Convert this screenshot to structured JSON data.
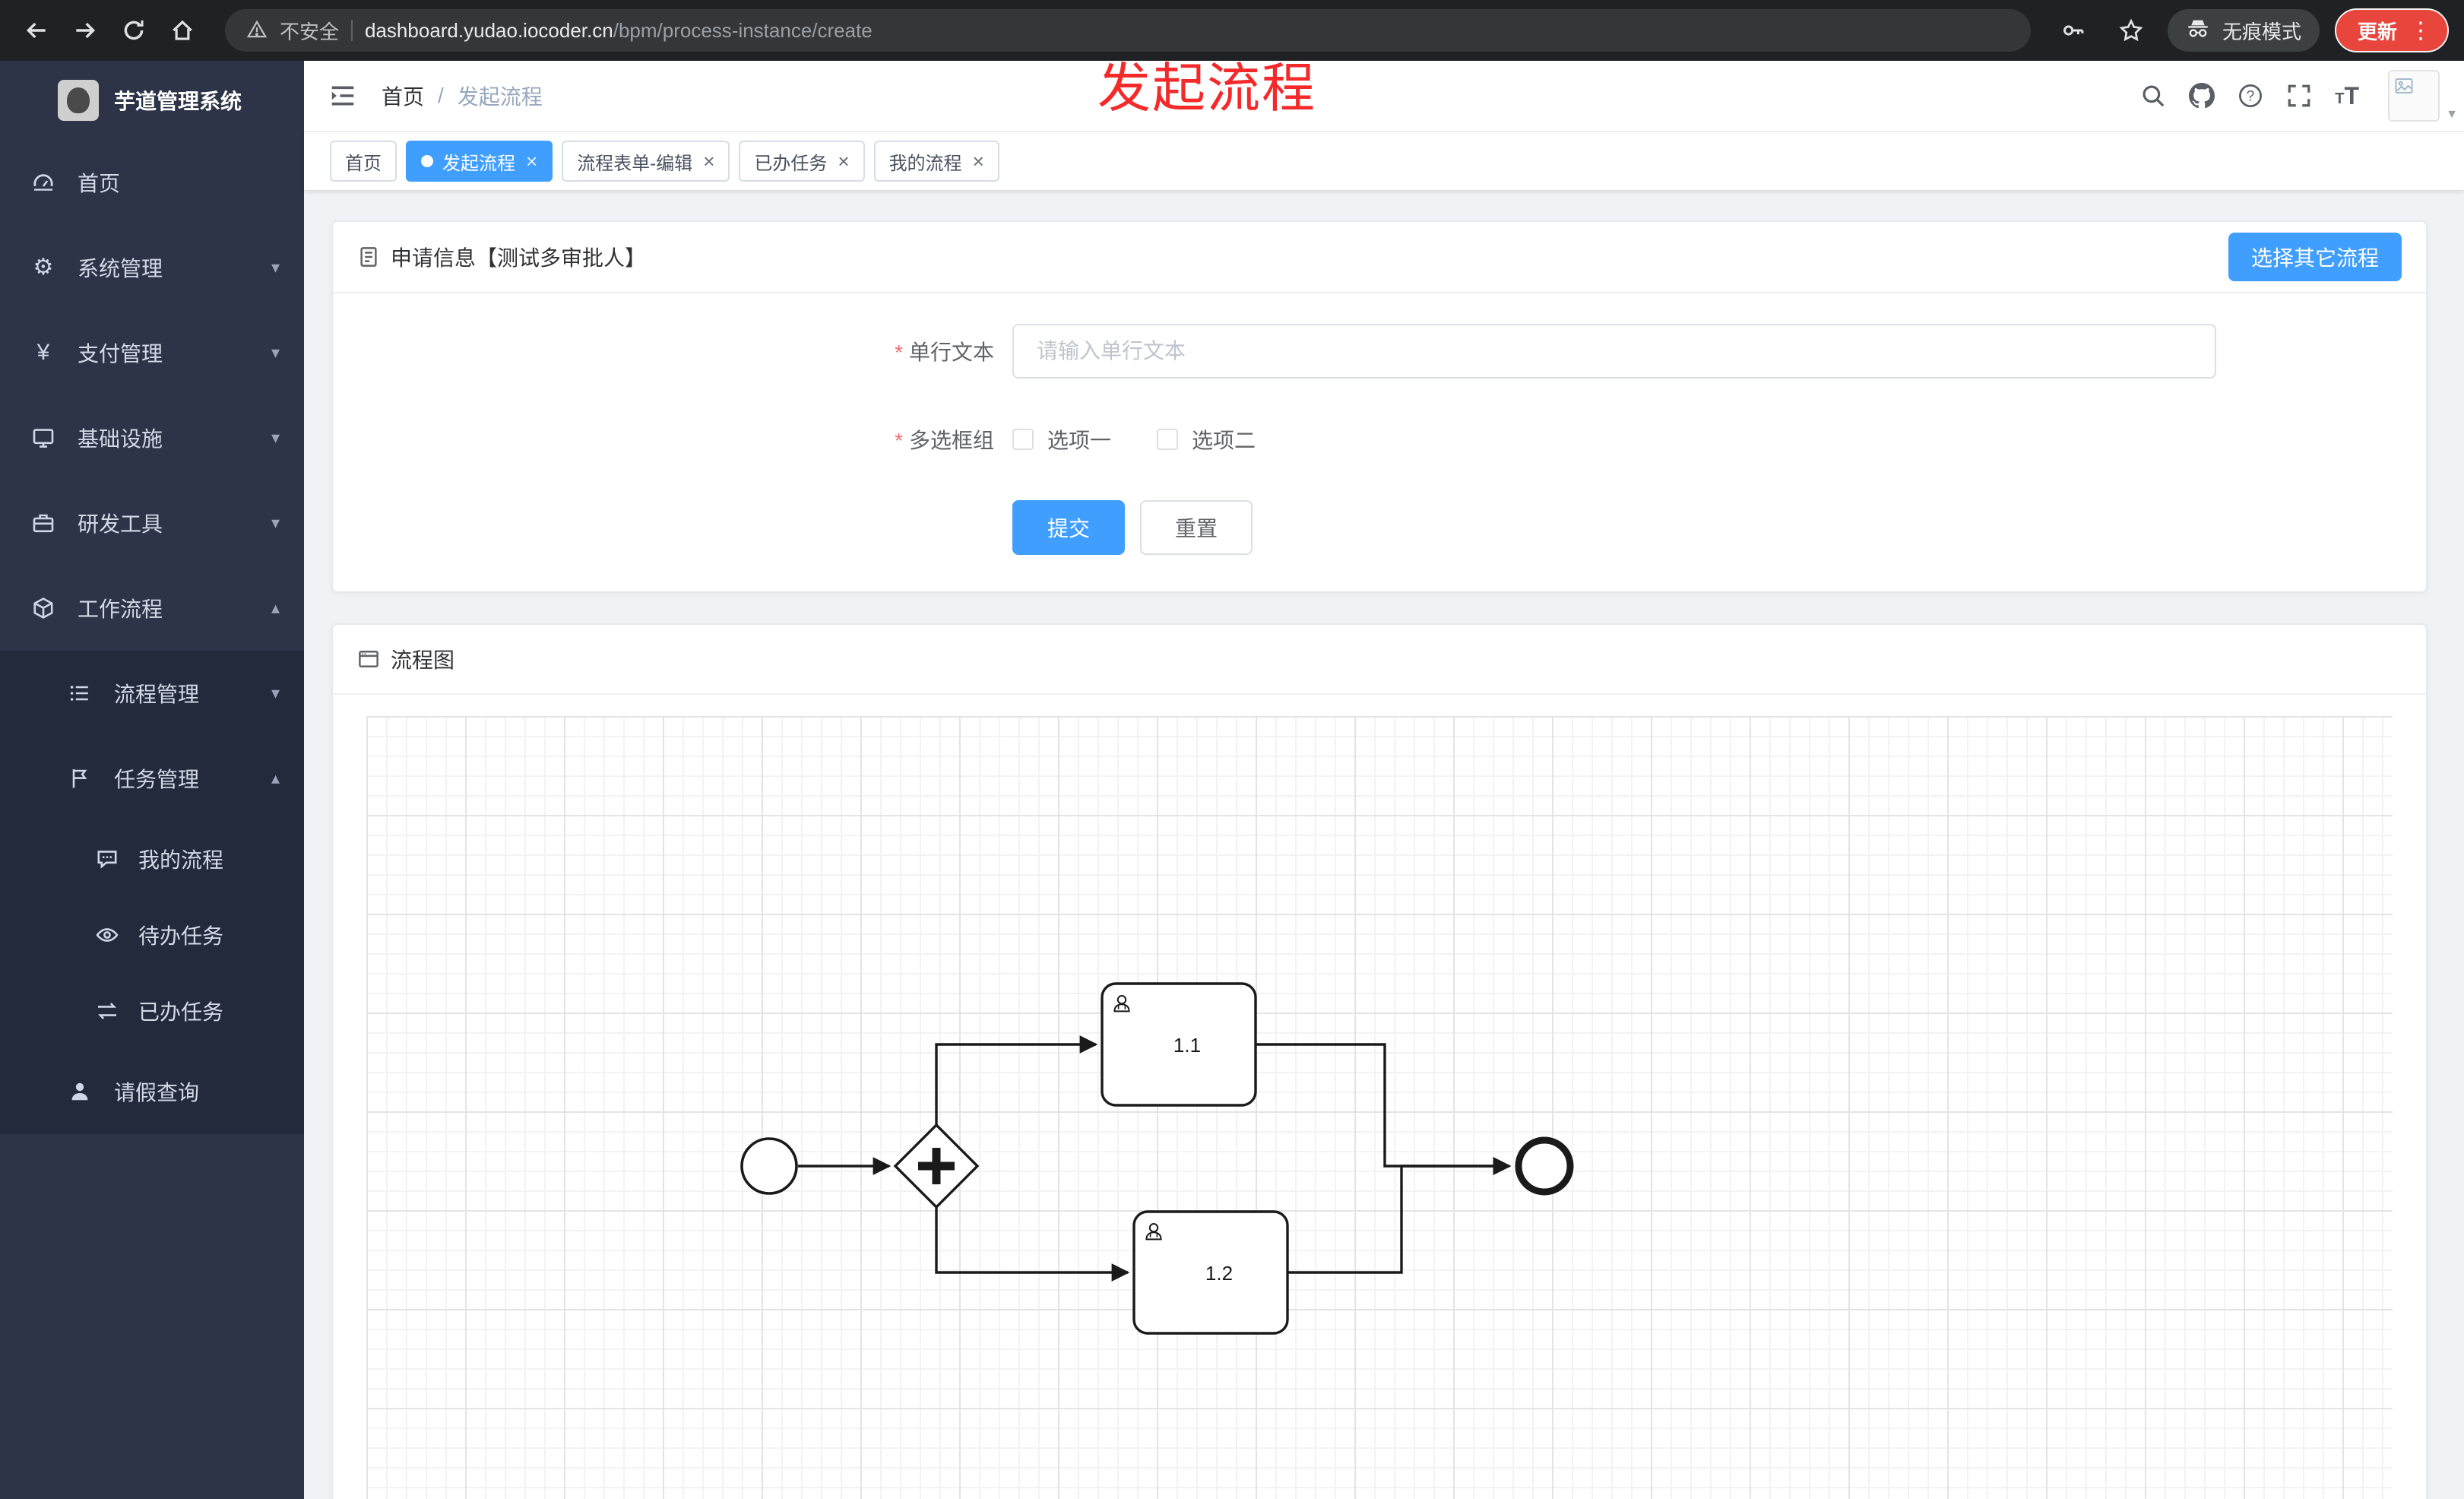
{
  "colors": {
    "accent": "#409eff",
    "annotation_red": "#f42a2a",
    "chrome_bg": "#202124",
    "sidebar_bg": "#2e3448",
    "submenu_bg": "#232a3c",
    "update_chip": "#e8453c"
  },
  "annotation": {
    "text": "发起流程"
  },
  "browser": {
    "security_label": "不安全",
    "url_domain": "dashboard.yudao.iocoder.cn",
    "url_path": "/bpm/process-instance/create",
    "incognito_label": "无痕模式",
    "update_label": "更新"
  },
  "icons": {
    "close": "×",
    "chevron_down": "▾",
    "chevron_up": "▴",
    "caret_down": "▼",
    "dots_vertical": "⋮",
    "breadcrumb_separator": "/",
    "gear": "⚙",
    "yen": "¥",
    "question": "?",
    "text_size_small": "T",
    "text_size_large": "T"
  },
  "sidebar": {
    "logo_title": "芋道管理系统",
    "items": [
      {
        "label": "首页",
        "expandable": false,
        "expanded": false
      },
      {
        "label": "系统管理",
        "expandable": true,
        "expanded": false
      },
      {
        "label": "支付管理",
        "expandable": true,
        "expanded": false
      },
      {
        "label": "基础设施",
        "expandable": true,
        "expanded": false
      },
      {
        "label": "研发工具",
        "expandable": true,
        "expanded": false
      },
      {
        "label": "工作流程",
        "expandable": true,
        "expanded": true
      }
    ],
    "workflow_children": [
      {
        "label": "流程管理",
        "expandable": true,
        "expanded": false
      },
      {
        "label": "任务管理",
        "expandable": true,
        "expanded": true
      }
    ],
    "task_children": [
      {
        "label": "我的流程"
      },
      {
        "label": "待办任务"
      },
      {
        "label": "已办任务"
      }
    ],
    "leave_query_label": "请假查询"
  },
  "header": {
    "breadcrumb_home": "首页",
    "breadcrumb_current": "发起流程"
  },
  "tabs": [
    {
      "label": "首页",
      "active": false,
      "closable": false
    },
    {
      "label": "发起流程",
      "active": true,
      "closable": true
    },
    {
      "label": "流程表单-编辑",
      "active": false,
      "closable": true
    },
    {
      "label": "已办任务",
      "active": false,
      "closable": true
    },
    {
      "label": "我的流程",
      "active": false,
      "closable": true
    }
  ],
  "form_card": {
    "title": "申请信息【测试多审批人】",
    "select_other_label": "选择其它流程",
    "single_line_label": "单行文本",
    "single_line_placeholder": "请输入单行文本",
    "single_line_value": "",
    "checkbox_group_label": "多选框组",
    "checkbox_options": [
      "选项一",
      "选项二"
    ],
    "submit_label": "提交",
    "reset_label": "重置"
  },
  "diagram_card": {
    "title": "流程图",
    "nodes": [
      {
        "id": "start",
        "type": "start-event",
        "label": ""
      },
      {
        "id": "gateway",
        "type": "parallel-gateway",
        "label": ""
      },
      {
        "id": "task-1-1",
        "type": "user-task",
        "label": "1.1"
      },
      {
        "id": "task-1-2",
        "type": "user-task",
        "label": "1.2"
      },
      {
        "id": "end",
        "type": "end-event",
        "label": ""
      }
    ]
  }
}
